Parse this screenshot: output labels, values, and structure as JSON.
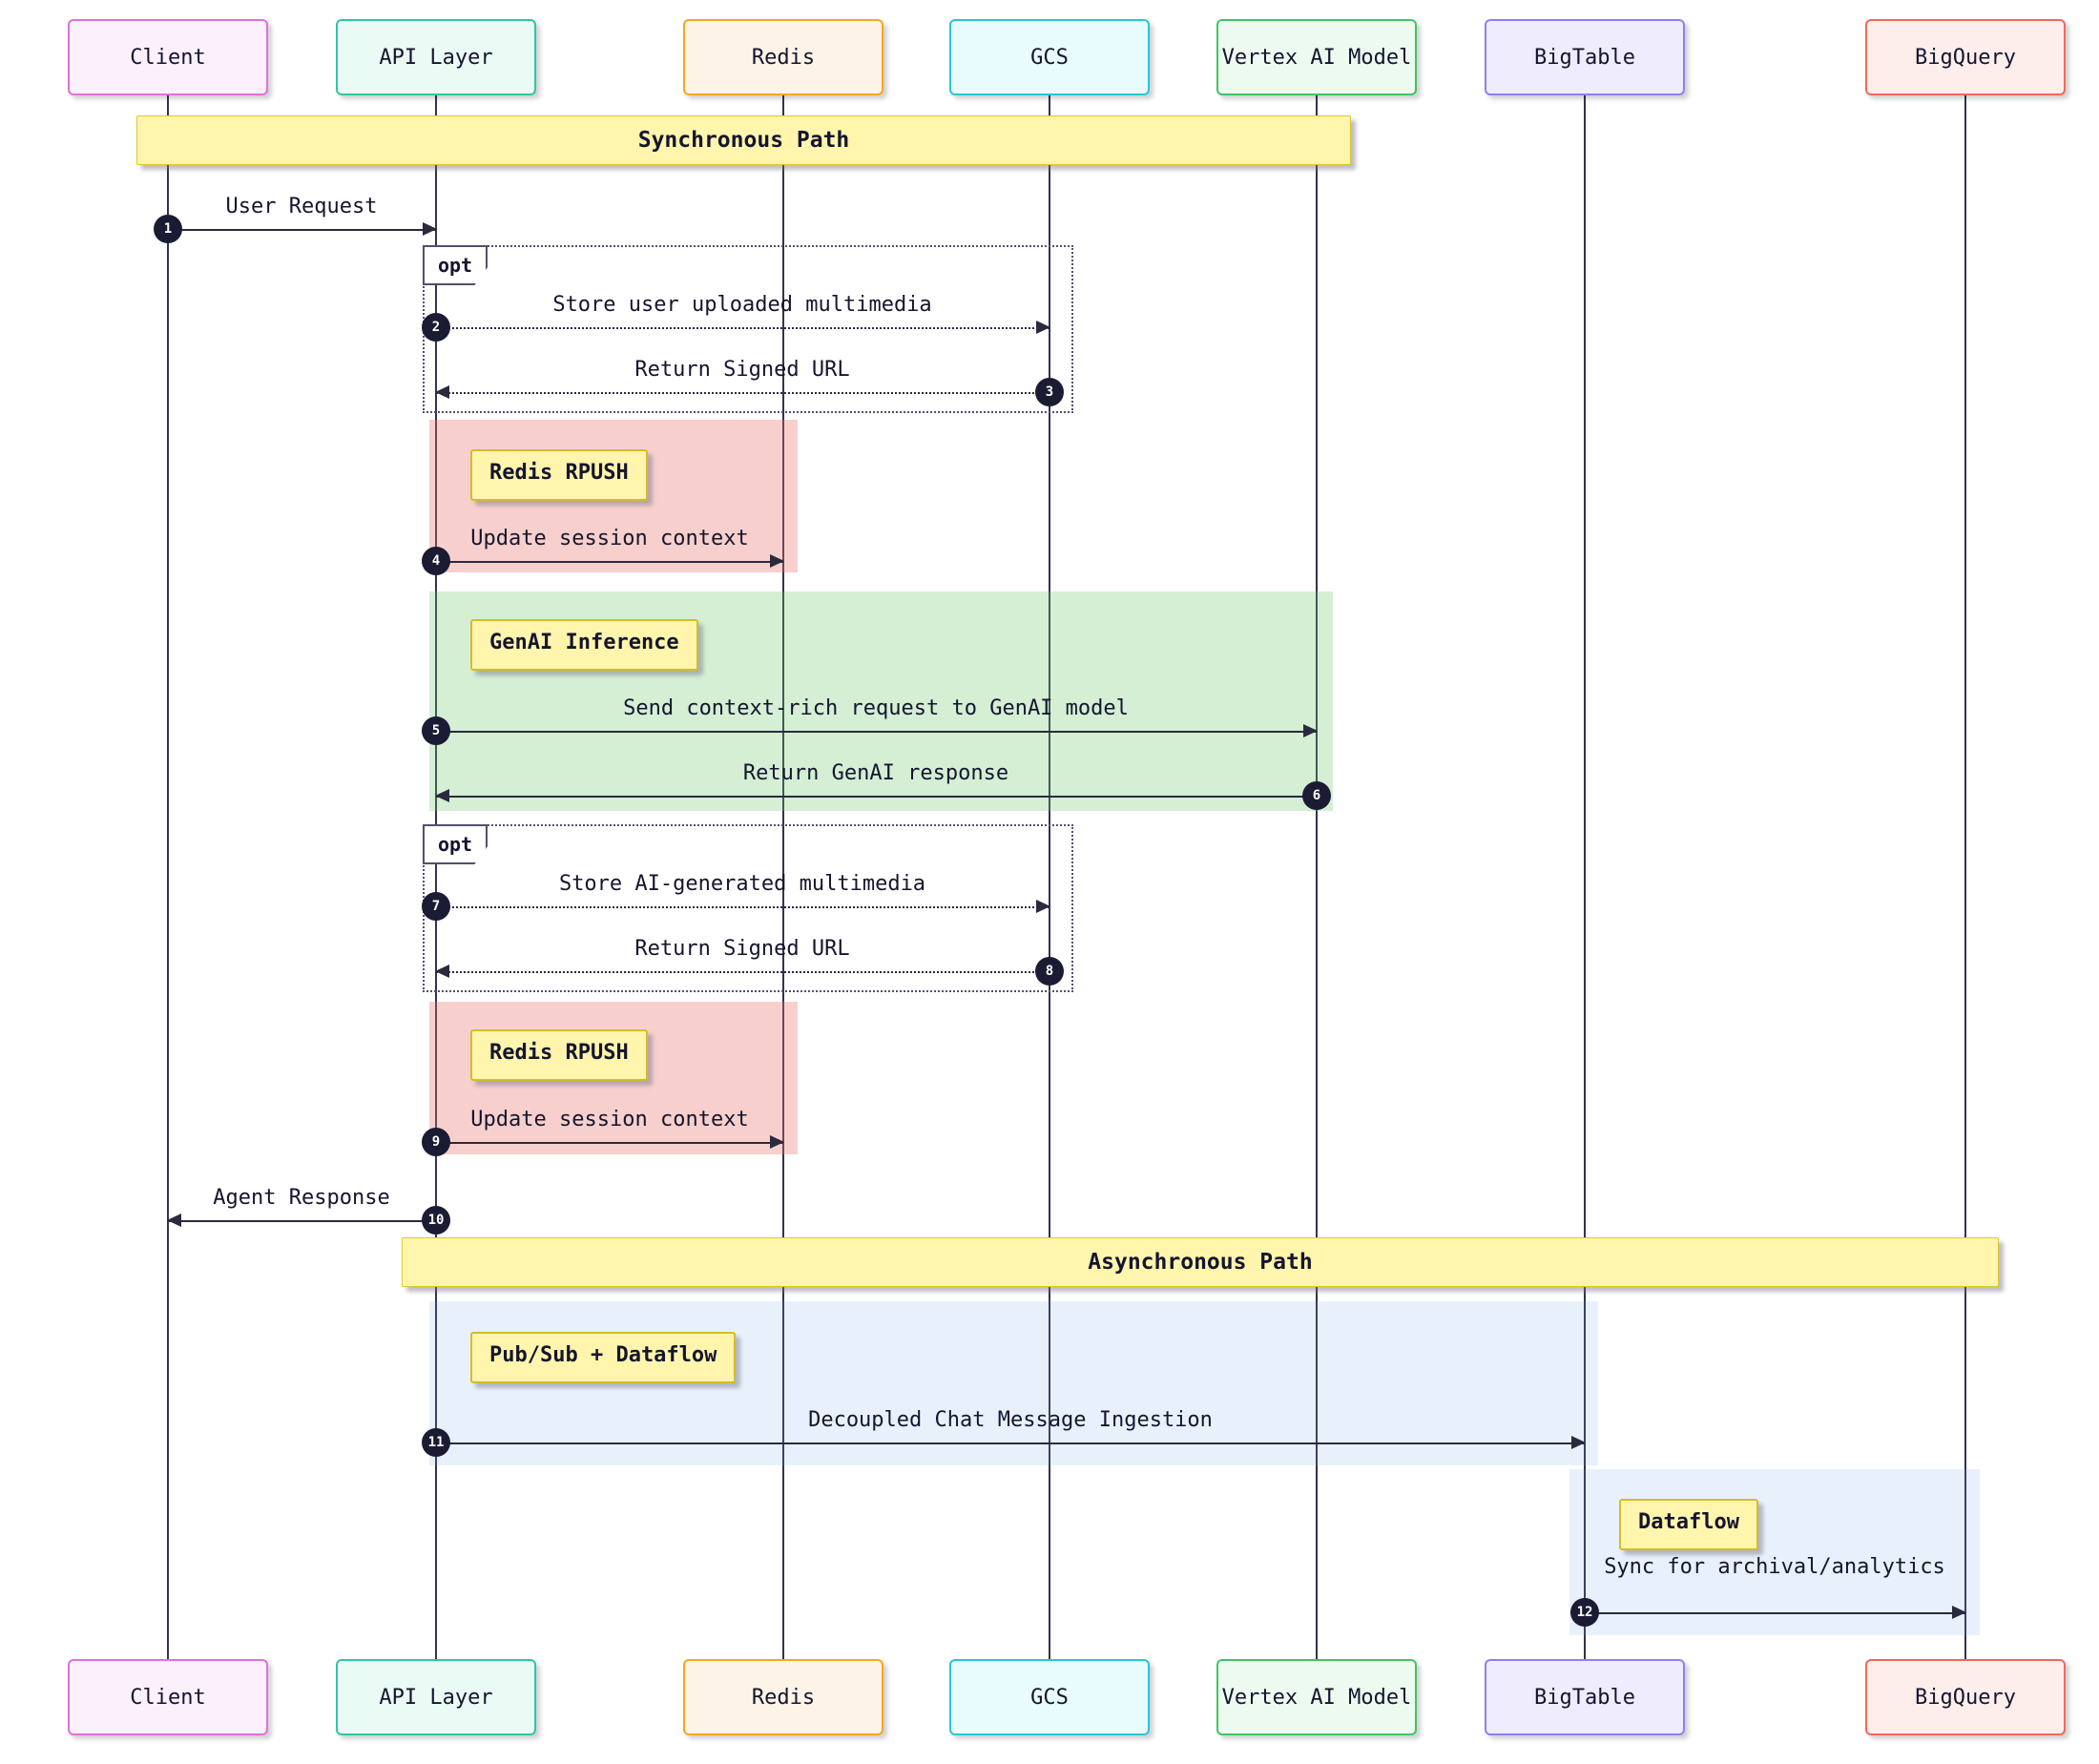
{
  "diagram": {
    "type": "sequence-diagram"
  },
  "participants": [
    {
      "label": "Client",
      "fill": "#fdf0fd",
      "border": "#df6fdf",
      "style": "background:#fdf0fd;border-color:#df6fdf;"
    },
    {
      "label": "API Layer",
      "fill": "#eafaf4",
      "border": "#2fc7a1",
      "style": "background:#eafaf4;border-color:#2fc7a1;"
    },
    {
      "label": "Redis",
      "fill": "#fdf3e7",
      "border": "#f5a623",
      "style": "background:#fdf3e7;border-color:#f5a623;"
    },
    {
      "label": "GCS",
      "fill": "#e8fbfd",
      "border": "#27c6d8",
      "style": "background:#e8fbfd;border-color:#27c6d8;"
    },
    {
      "label": "Vertex AI Model",
      "fill": "#edfaef",
      "border": "#41c463",
      "style": "background:#edfaef;border-color:#41c463;"
    },
    {
      "label": "BigTable",
      "fill": "#efecfe",
      "border": "#8f80ef",
      "style": "background:#efecfe;border-color:#8f80ef;"
    },
    {
      "label": "BigQuery",
      "fill": "#fdeeec",
      "border": "#ee6a5f",
      "style": "background:#fdeeec;border-color:#ee6a5f;"
    }
  ],
  "banners": [
    {
      "text": "Synchronous Path"
    },
    {
      "text": "Asynchronous Path"
    }
  ],
  "opt_blocks": [
    {
      "label": "opt"
    },
    {
      "label": "opt"
    }
  ],
  "messages": [
    {
      "n": "1",
      "from": "Client",
      "to": "API Layer",
      "style": "solid",
      "text": "User Request"
    },
    {
      "n": "2",
      "from": "API Layer",
      "to": "GCS",
      "style": "dotted",
      "text": "Store user uploaded multimedia"
    },
    {
      "n": "3",
      "from": "GCS",
      "to": "API Layer",
      "style": "dotted",
      "text": "Return Signed URL"
    },
    {
      "n": "4",
      "from": "API Layer",
      "to": "Redis",
      "style": "solid",
      "text": "Update session context"
    },
    {
      "n": "5",
      "from": "API Layer",
      "to": "Vertex AI Model",
      "style": "solid",
      "text": "Send context-rich request to GenAI model"
    },
    {
      "n": "6",
      "from": "Vertex AI Model",
      "to": "API Layer",
      "style": "solid",
      "text": "Return GenAI response"
    },
    {
      "n": "7",
      "from": "API Layer",
      "to": "GCS",
      "style": "dotted",
      "text": "Store AI-generated multimedia"
    },
    {
      "n": "8",
      "from": "GCS",
      "to": "API Layer",
      "style": "dotted",
      "text": "Return Signed URL"
    },
    {
      "n": "9",
      "from": "API Layer",
      "to": "Redis",
      "style": "solid",
      "text": "Update session context"
    },
    {
      "n": "10",
      "from": "API Layer",
      "to": "Client",
      "style": "solid",
      "text": "Agent Response"
    },
    {
      "n": "11",
      "from": "API Layer",
      "to": "BigTable",
      "style": "solid",
      "text": "Decoupled Chat Message Ingestion"
    },
    {
      "n": "12",
      "from": "BigTable",
      "to": "BigQuery",
      "style": "solid",
      "text": "Sync for archival/analytics"
    }
  ],
  "notes": [
    {
      "text": "Redis RPUSH"
    },
    {
      "text": "GenAI Inference"
    },
    {
      "text": "Redis RPUSH"
    },
    {
      "text": "Pub/Sub + Dataflow"
    },
    {
      "text": "Dataflow"
    }
  ],
  "colors": {
    "text": "#15152e",
    "line": "#2a2a3e",
    "note_fill": "#fff5ad",
    "note_border": "#d6bb2a",
    "highlight_red": "rgba(231,111,103,0.33)",
    "highlight_green": "rgba(99,196,99,0.28)",
    "highlight_blue": "rgba(100,160,230,0.15)"
  }
}
